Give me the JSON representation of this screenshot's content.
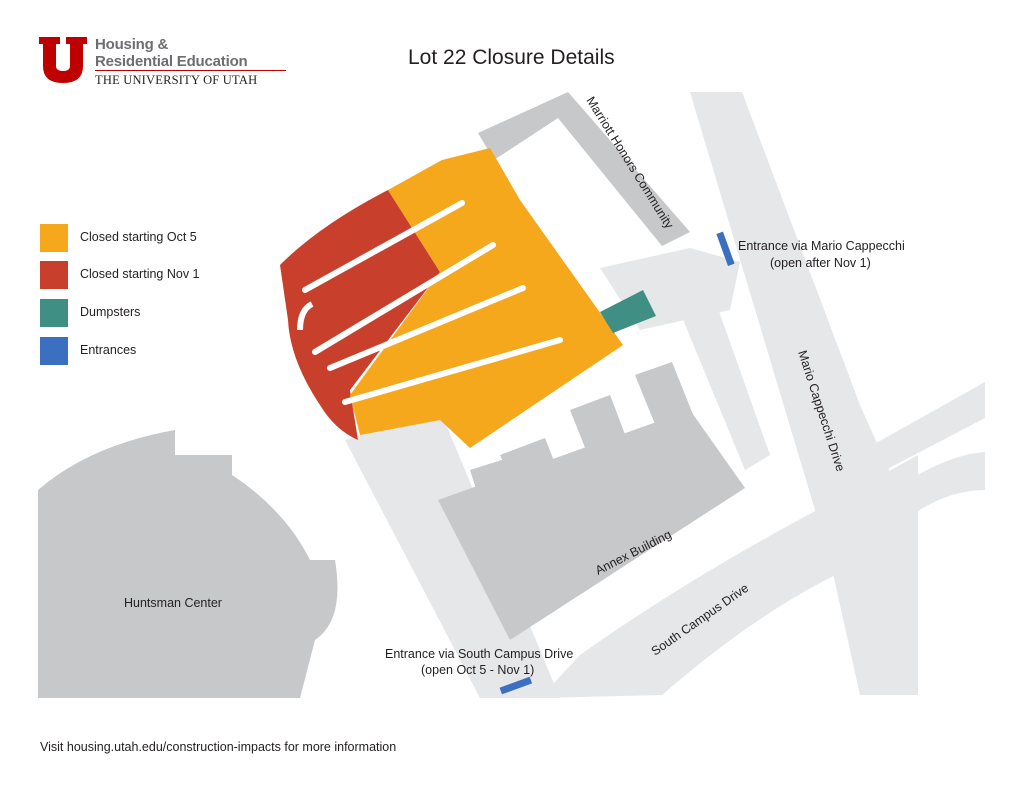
{
  "header": {
    "logo": {
      "department_line1": "Housing &",
      "department_line2": "Residential Education",
      "university": "THE UNIVERSITY OF UTAH"
    },
    "title": "Lot 22 Closure Details"
  },
  "legend": {
    "items": [
      {
        "label": "Closed starting Oct 5",
        "color": "#f5a81c"
      },
      {
        "label": "Closed starting Nov 1",
        "color": "#c8402c"
      },
      {
        "label": "Dumpsters",
        "color": "#3f8f84"
      },
      {
        "label": "Entrances",
        "color": "#3b6fbf"
      }
    ]
  },
  "map": {
    "labels": {
      "marriott": "Marriott Honors Community",
      "entrance_mario_line1": "Entrance via Mario Cappecchi",
      "entrance_mario_line2": "(open after Nov 1)",
      "mario_drive": "Mario Cappecchi Drive",
      "annex": "Annex Building",
      "south_campus": "South Campus Drive",
      "entrance_south_line1": "Entrance via South Campus Drive",
      "entrance_south_line2": "(open Oct 5 - Nov 1)",
      "huntsman": "Huntsman Center"
    },
    "colors": {
      "road": "#e6e7e8",
      "building": "#c7c8ca",
      "brand_red": "#be0000"
    }
  },
  "footer": {
    "text": "Visit housing.utah.edu/construction-impacts for more information"
  }
}
